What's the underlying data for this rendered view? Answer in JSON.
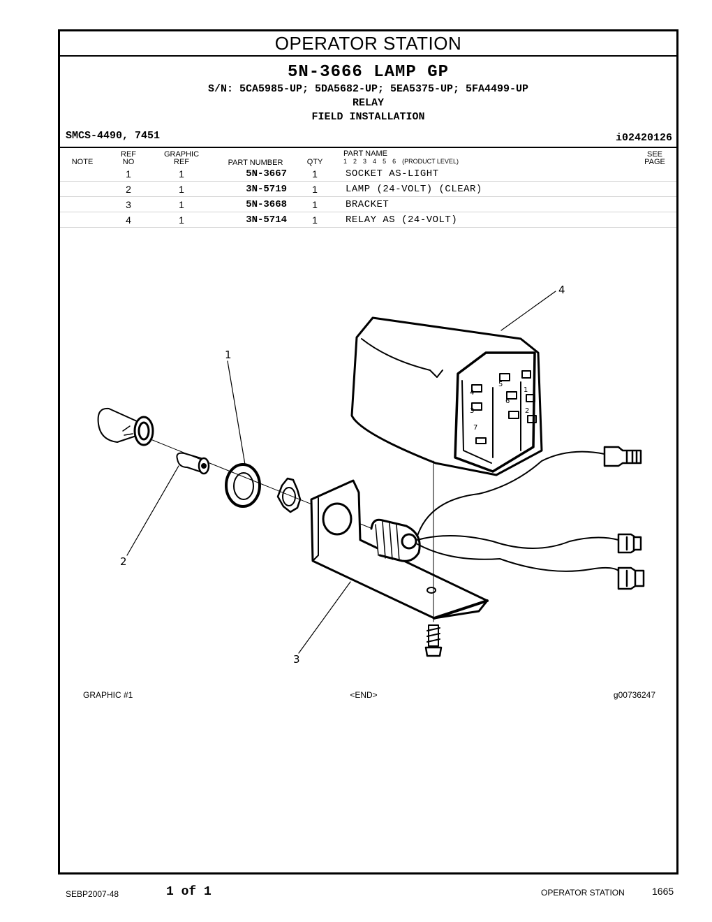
{
  "section": {
    "title": "OPERATOR STATION"
  },
  "group": {
    "title": "5N-3666  LAMP GP",
    "serials": "S/N: 5CA5985-UP; 5DA5682-UP; 5EA5375-UP; 5FA4499-UP",
    "line2": "RELAY",
    "line3": "FIELD INSTALLATION"
  },
  "smcs": "SMCS-4490, 7451",
  "ident": "i02420126",
  "columns": {
    "note": "NOTE",
    "ref_top": "REF",
    "ref_bottom": "NO",
    "graphic_top": "GRAPHIC",
    "graphic_bottom": "REF",
    "part_number": "PART NUMBER",
    "qty": "QTY",
    "part_name": "PART  NAME",
    "levels": [
      "1",
      "2",
      "3",
      "4",
      "5",
      "6"
    ],
    "product_level": "(PRODUCT  LEVEL)",
    "see_top": "SEE",
    "see_bottom": "PAGE"
  },
  "parts": [
    {
      "ref": "1",
      "graphic": "1",
      "part": "5N-3667",
      "qty": "1",
      "name": "SOCKET AS-LIGHT"
    },
    {
      "ref": "2",
      "graphic": "1",
      "part": "3N-5719",
      "qty": "1",
      "name": "LAMP (24-VOLT) (CLEAR)"
    },
    {
      "ref": "3",
      "graphic": "1",
      "part": "5N-3668",
      "qty": "1",
      "name": "BRACKET"
    },
    {
      "ref": "4",
      "graphic": "1",
      "part": "3N-5714",
      "qty": "1",
      "name": "RELAY AS (24-VOLT)"
    }
  ],
  "illustration": {
    "callouts": [
      "1",
      "2",
      "3",
      "4"
    ],
    "terminal_labels": [
      "4",
      "5",
      "3",
      "6",
      "1",
      "2",
      "7"
    ],
    "caption_left": "GRAPHIC #1",
    "caption_center": "<END>",
    "caption_right": "g00736247"
  },
  "footer": {
    "doc": "SEBP2007-48",
    "pages": "1 of 1",
    "section": "OPERATOR  STATION",
    "page": "1665"
  }
}
